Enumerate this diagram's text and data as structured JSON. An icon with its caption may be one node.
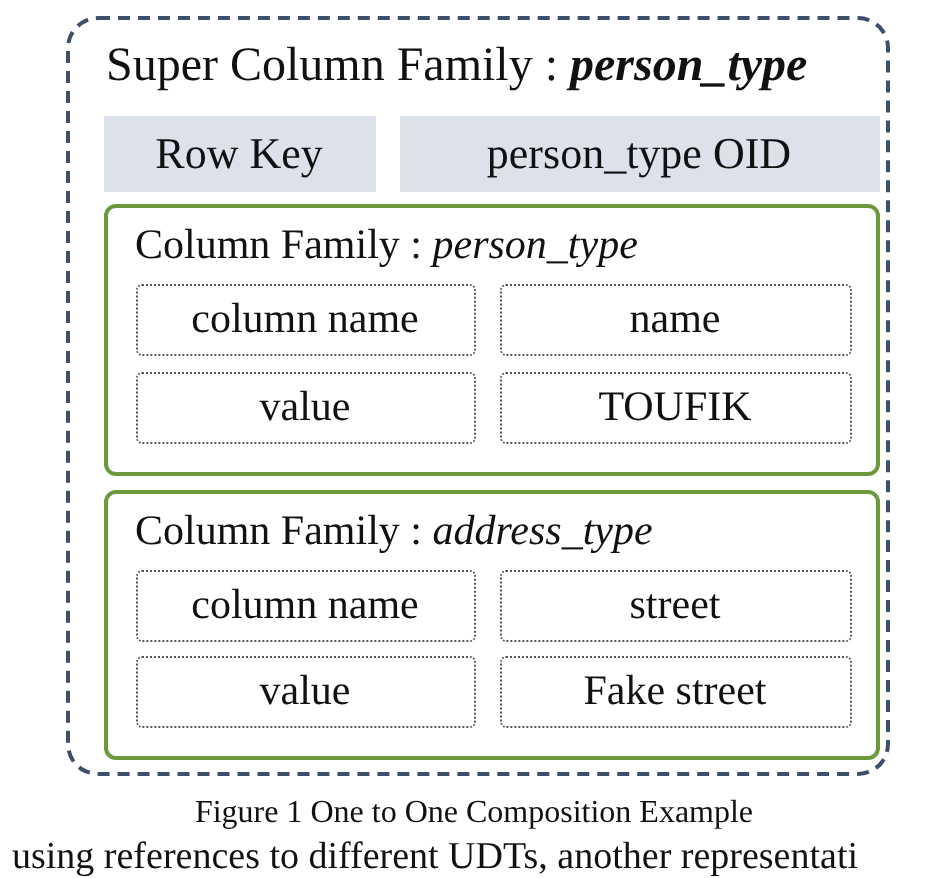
{
  "diagram": {
    "caption": "Figure 1 One to One Composition Example",
    "nodes": [
      {
        "text": [
          "Super Column Family : **person_type**"
        ]
      },
      {
        "text": [
          "Row Key"
        ],
        "in": 0
      },
      {
        "text": [
          "person_type OID"
        ],
        "in": 0
      },
      {
        "text": [
          "Column Family : *person_type*"
        ],
        "in": 0
      },
      {
        "text": [
          "column name"
        ],
        "in": 3
      },
      {
        "text": [
          "name"
        ],
        "in": 3
      },
      {
        "text": [
          "value"
        ],
        "in": 3
      },
      {
        "text": [
          "TOUFIK"
        ],
        "in": 3
      },
      {
        "text": [
          "Column Family : *address_type*"
        ],
        "in": 0
      },
      {
        "text": [
          "column name"
        ],
        "in": 8
      },
      {
        "text": [
          "street"
        ],
        "in": 8
      },
      {
        "text": [
          "value"
        ],
        "in": 8
      },
      {
        "text": [
          "Fake street"
        ],
        "in": 8
      }
    ],
    "labels": [
      "using references to different UDTs, another representati"
    ]
  }
}
